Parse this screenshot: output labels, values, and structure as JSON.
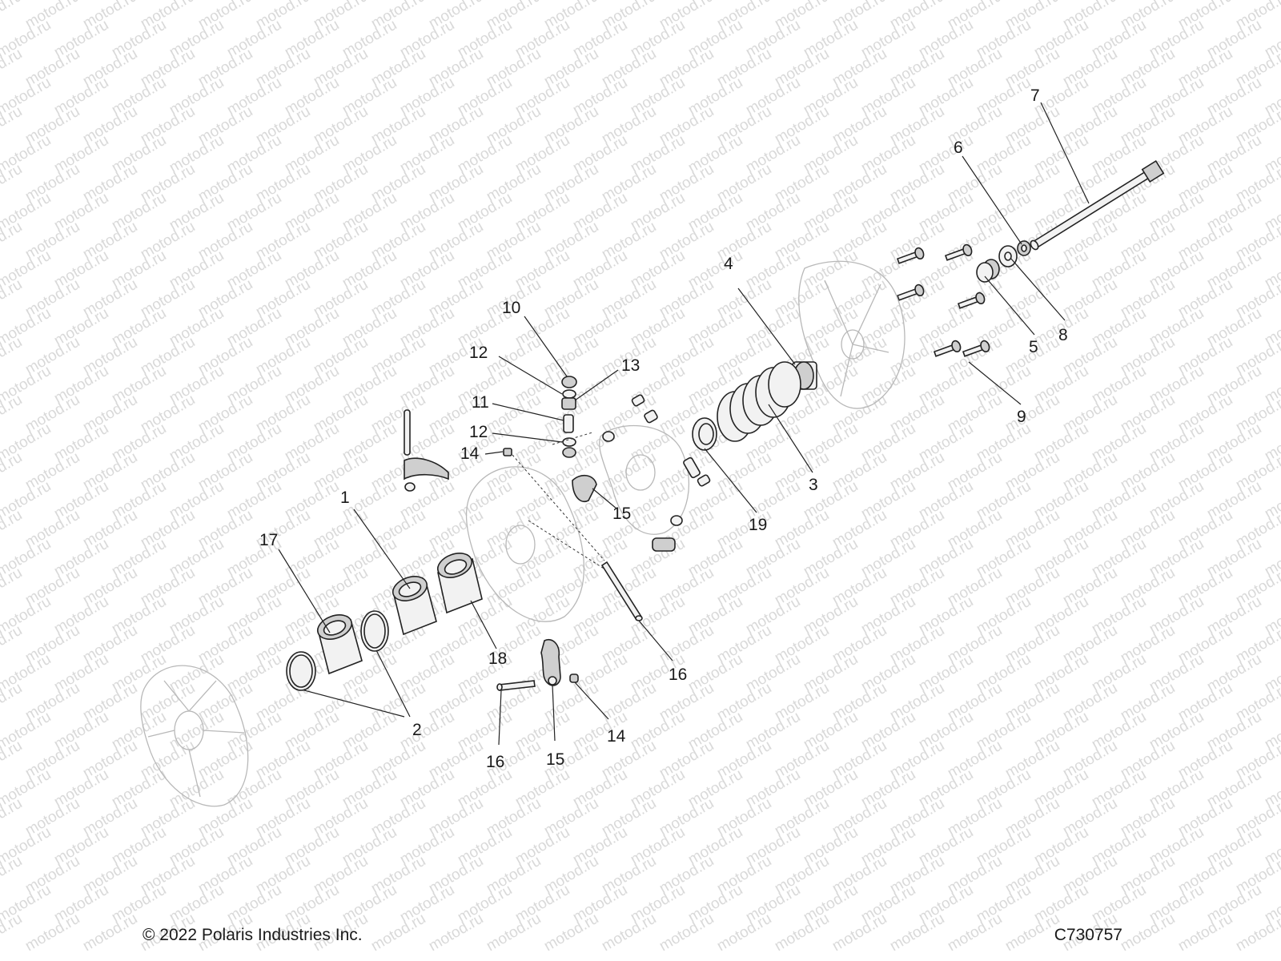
{
  "watermark": {
    "text": "motod.ru"
  },
  "footer": {
    "copyright": "© 2022 Polaris Industries Inc.",
    "diagram_code": "C730757"
  },
  "callouts": {
    "c1": "1",
    "c2": "2",
    "c3": "3",
    "c4": "4",
    "c5": "5",
    "c6": "6",
    "c7": "7",
    "c8": "8",
    "c9": "9",
    "c10": "10",
    "c11": "11",
    "c12a": "12",
    "c12b": "12",
    "c13": "13",
    "c14a": "14",
    "c14b": "14",
    "c15a": "15",
    "c15b": "15",
    "c16a": "16",
    "c16b": "16",
    "c17": "17",
    "c18": "18",
    "c19": "19"
  }
}
